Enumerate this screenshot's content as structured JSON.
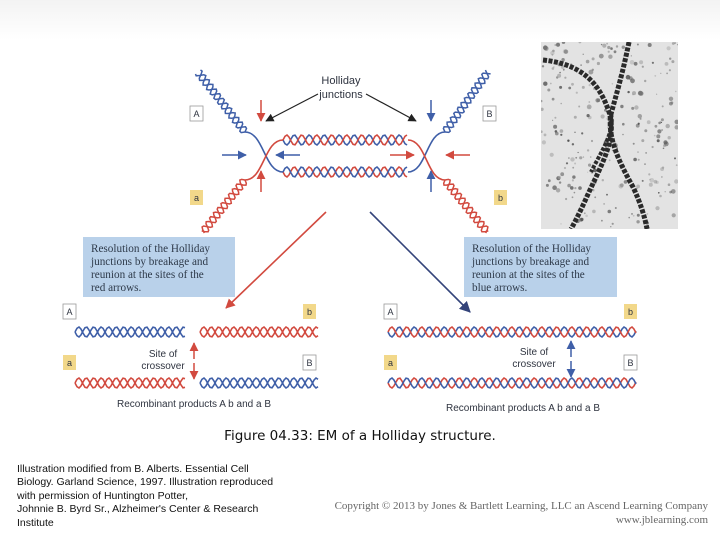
{
  "diagram": {
    "holliday_label": [
      "Holliday",
      "junctions"
    ],
    "top_labels": {
      "left_upper": "A",
      "left_lower": "a",
      "right_upper": "B",
      "right_lower": "b"
    },
    "resolution_left": [
      "Resolution of the Holliday",
      "junctions by breakage and",
      "reunion at the sites of the",
      "red arrows."
    ],
    "resolution_right": [
      "Resolution of the Holliday",
      "junctions by breakage and",
      "reunion at the sites of the",
      "blue arrows."
    ],
    "left_products": {
      "top_left": "A",
      "top_right": "b",
      "bottom_left": "a",
      "bottom_right": "B"
    },
    "right_products": {
      "top_left": "A",
      "top_right": "b",
      "bottom_left": "a",
      "bottom_right": "B"
    },
    "site_label": [
      "Site of",
      "crossover"
    ],
    "recombinant_left": "Recombinant products A b and a B",
    "recombinant_right": "Recombinant products A b and a B"
  },
  "caption": "Figure 04.33: EM of a Holliday structure.",
  "credit": [
    "Illustration modified from B. Alberts. Essential Cell",
    "Biology. Garland Science, 1997. Illustration reproduced",
    "with permission of Huntington Potter,",
    "Johnnie B. Byrd Sr., Alzheimer's Center & Research",
    "Institute"
  ],
  "copyright": [
    "Copyright © 2013 by Jones & Bartlett Learning, LLC an Ascend Learning Company",
    "www.jblearning.com"
  ],
  "colors": {
    "red_strand": "#d24a3f",
    "blue_strand": "#3f5fa8",
    "box_fill": "#b9d1ea",
    "label_fill": "#f2d88a"
  }
}
